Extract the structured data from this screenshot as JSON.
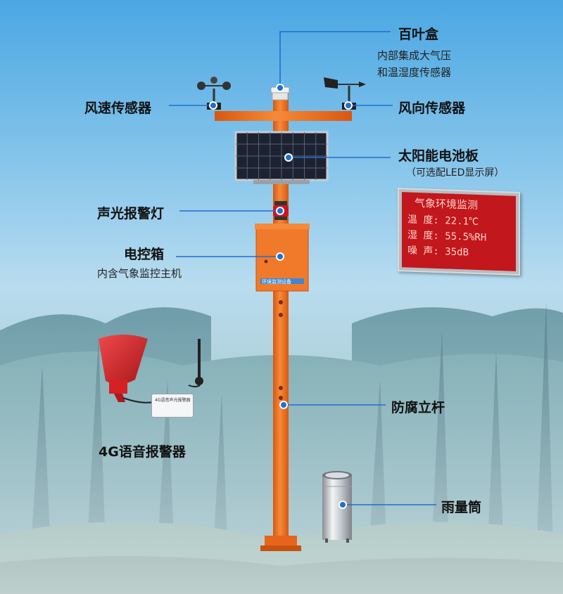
{
  "callouts": {
    "shutter_box": {
      "title": "百叶盒",
      "desc_line1": "内部集成大气压",
      "desc_line2": "和温湿度传感器"
    },
    "wind_speed": {
      "title": "风速传感器"
    },
    "wind_direction": {
      "title": "风向传感器"
    },
    "solar_panel": {
      "title": "太阳能电池板",
      "note": "（可选配LED显示屏）"
    },
    "alarm_light": {
      "title": "声光报警灯"
    },
    "control_box": {
      "title": "电控箱",
      "desc": "内含气象监控主机"
    },
    "pole": {
      "title": "防腐立杆"
    },
    "voice_alarm": {
      "title": "4G语音报警器"
    },
    "rain_gauge": {
      "title": "雨量筒"
    }
  },
  "led_display": {
    "row1": "气象环境监测",
    "row2": "温  度: 22.1℃",
    "row3": "湿  度: 55.5%RH",
    "row4": "噪  声: 35dB"
  },
  "control_box_plate": "环境监测设备",
  "alarm_device_plate": "4G语音声光报警器",
  "colors": {
    "pole": "#f0711f",
    "dot": "#1e6fcf",
    "led": "#c2171c",
    "sky": "#4aa7e3"
  }
}
